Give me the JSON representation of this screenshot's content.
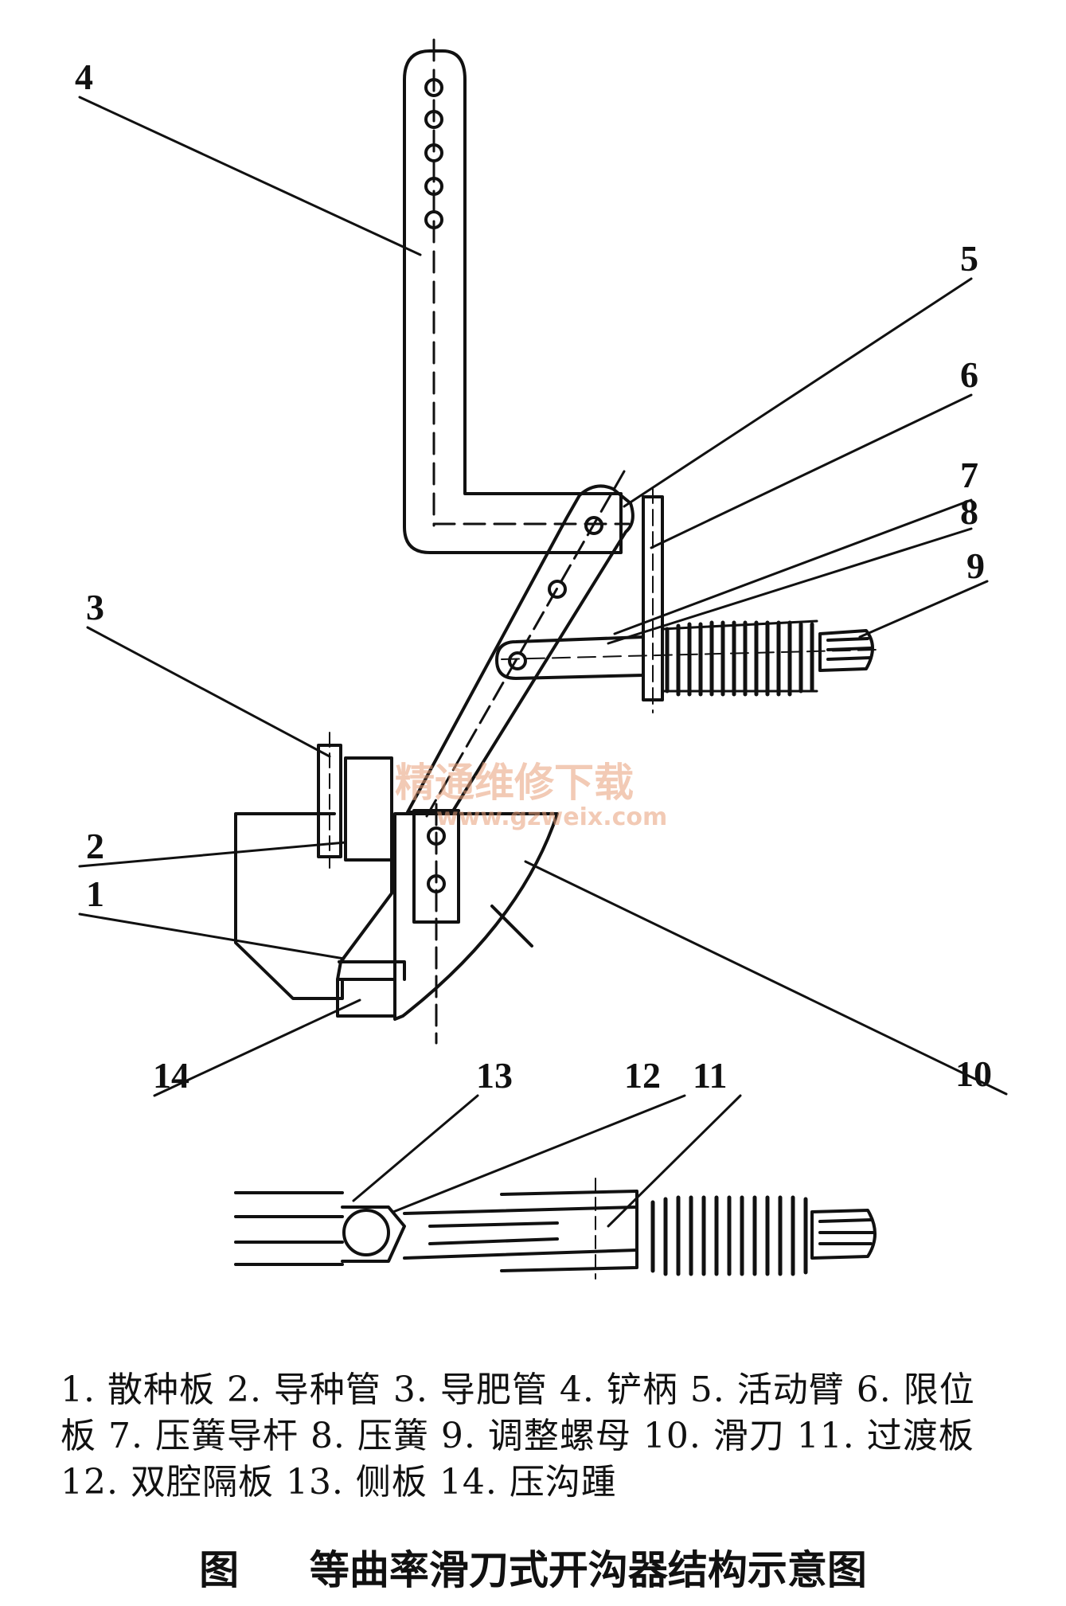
{
  "watermark": {
    "line1": "精通维修下载",
    "line2": "www.gzweix.com"
  },
  "part_numbers": [
    "1",
    "2",
    "3",
    "4",
    "5",
    "6",
    "7",
    "8",
    "9",
    "10",
    "11",
    "12",
    "13",
    "14"
  ],
  "legend_lines": [
    "1. 散种板 2. 导种管 3. 导肥管 4. 铲柄 5. 活动臂 6. 限位",
    "板 7. 压簧导杆 8. 压簧 9. 调整螺母 10. 滑刀 11. 过渡板",
    "12. 双腔隔板 13. 侧板 14. 压沟踵"
  ],
  "caption": {
    "prefix": "图",
    "title": "等曲率滑刀式开沟器结构示意图"
  }
}
